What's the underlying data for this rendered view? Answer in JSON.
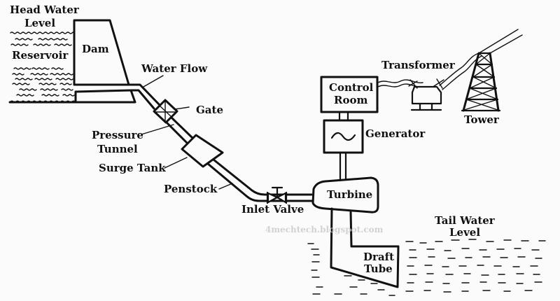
{
  "diagram": {
    "title": "Hydroelectric Power Plant Layout",
    "labels": {
      "head_water_level_1": "Head Water",
      "head_water_level_2": "Level",
      "reservoir": "Reservoir",
      "dam": "Dam",
      "water_flow": "Water Flow",
      "gate": "Gate",
      "pressure_tunnel_1": "Pressure",
      "pressure_tunnel_2": "Tunnel",
      "surge_tank": "Surge Tank",
      "penstock": "Penstock",
      "inlet_valve": "Inlet Valve",
      "turbine": "Turbine",
      "generator": "Generator",
      "control_room_1": "Control",
      "control_room_2": "Room",
      "transformer": "Transformer",
      "tower": "Tower",
      "tail_water_level_1": "Tail Water",
      "tail_water_level_2": "Level",
      "draft_tube_1": "Draft",
      "draft_tube_2": "Tube"
    },
    "generator_symbol": "~",
    "watermark": "4mechtech.blogspot.com",
    "components": [
      "reservoir",
      "dam",
      "pressure-tunnel",
      "gate",
      "surge-tank",
      "penstock",
      "inlet-valve",
      "turbine",
      "generator",
      "control-room",
      "transformer",
      "transmission-tower",
      "draft-tube",
      "tail-water"
    ]
  }
}
